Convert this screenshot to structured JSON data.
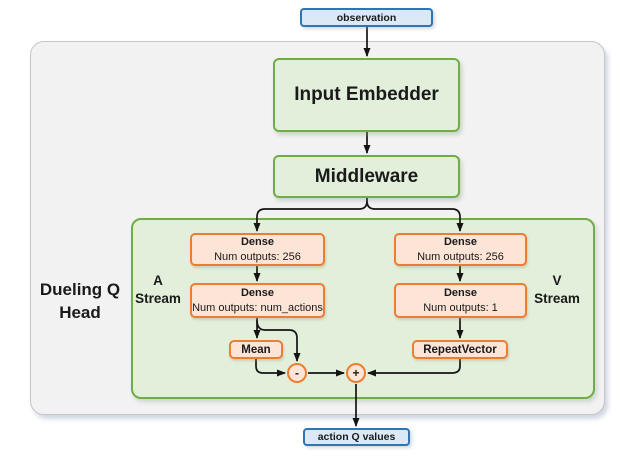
{
  "diagram": {
    "observation": {
      "label": "observation"
    },
    "input_embedder": {
      "label": "Input Embedder"
    },
    "middleware": {
      "label": "Middleware"
    },
    "dueling_q_head": {
      "label_line1": "Dueling Q",
      "label_line2": "Head",
      "a_stream": {
        "line1": "A",
        "line2": "Stream"
      },
      "v_stream": {
        "line1": "V",
        "line2": "Stream"
      },
      "a_dense_1": {
        "title": "Dense",
        "subtitle": "Num outputs: 256"
      },
      "a_dense_2": {
        "title": "Dense",
        "subtitle": "Num outputs: num_actions"
      },
      "v_dense_1": {
        "title": "Dense",
        "subtitle": "Num outputs: 256"
      },
      "v_dense_2": {
        "title": "Dense",
        "subtitle": "Num outputs: 1"
      },
      "mean": {
        "label": "Mean"
      },
      "repeat_vector": {
        "label": "RepeatVector"
      },
      "subtract_op": {
        "label": "-"
      },
      "add_op": {
        "label": "+"
      }
    },
    "action_q_values": {
      "label": "action Q values"
    }
  },
  "colors": {
    "blue_fill": "#dbe9f7",
    "blue_border": "#2e75b6",
    "green_fill": "#e2efda",
    "green_border": "#70ad47",
    "orange_fill": "#fce4d6",
    "orange_border": "#ed7d31",
    "gray_fill": "#f2f2f2",
    "gray_border": "#c6c6c6",
    "arrow": "#141414",
    "text": "#1a1a1a"
  }
}
